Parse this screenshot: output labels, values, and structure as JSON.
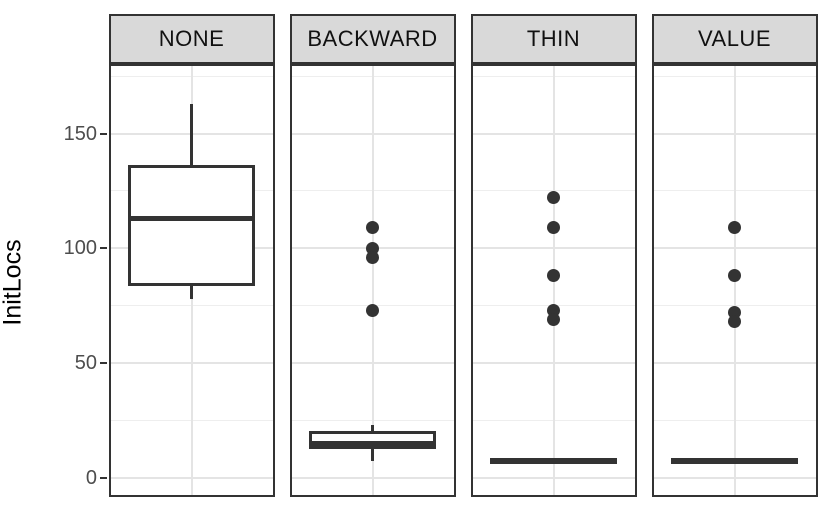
{
  "chart_data": {
    "type": "boxplot",
    "title": "",
    "ylabel": "InitLocs",
    "xlabel": "",
    "facet_labels": [
      "NONE",
      "BACKWARD",
      "THIN",
      "VALUE"
    ],
    "y_ticks": [
      0,
      50,
      100,
      150
    ],
    "y_minor_ticks": [
      25,
      75,
      125,
      175
    ],
    "ylim": [
      -8.5,
      180.5
    ],
    "grid": true,
    "legend": "none",
    "series": [
      {
        "facet": "NONE",
        "whisker_low": 78,
        "q1": 82,
        "median": 113,
        "q3": 135,
        "whisker_high": 163,
        "outliers": []
      },
      {
        "facet": "BACKWARD",
        "whisker_low": 7,
        "q1": 11,
        "median": 15,
        "q3": 19,
        "whisker_high": 23,
        "outliers": [
          109,
          100,
          96,
          73
        ]
      },
      {
        "facet": "THIN",
        "whisker_low": 7,
        "q1": 7,
        "median": 7,
        "q3": 7,
        "whisker_high": 7,
        "outliers": [
          122,
          109,
          88,
          73,
          69
        ]
      },
      {
        "facet": "VALUE",
        "whisker_low": 7,
        "q1": 7,
        "median": 7,
        "q3": 7,
        "whisker_high": 7,
        "outliers": [
          109,
          88,
          72,
          68
        ]
      }
    ],
    "style": {
      "strip_fill": "#d9d9d9",
      "strip_border": "#333333",
      "panel_border": "#333333",
      "grid_major": "#e4e4e4",
      "grid_minor": "#eeeeee",
      "box_color": "#333333",
      "axis_text_color": "#4d4d4d",
      "title_color": "#000000",
      "background": "#ffffff"
    }
  }
}
